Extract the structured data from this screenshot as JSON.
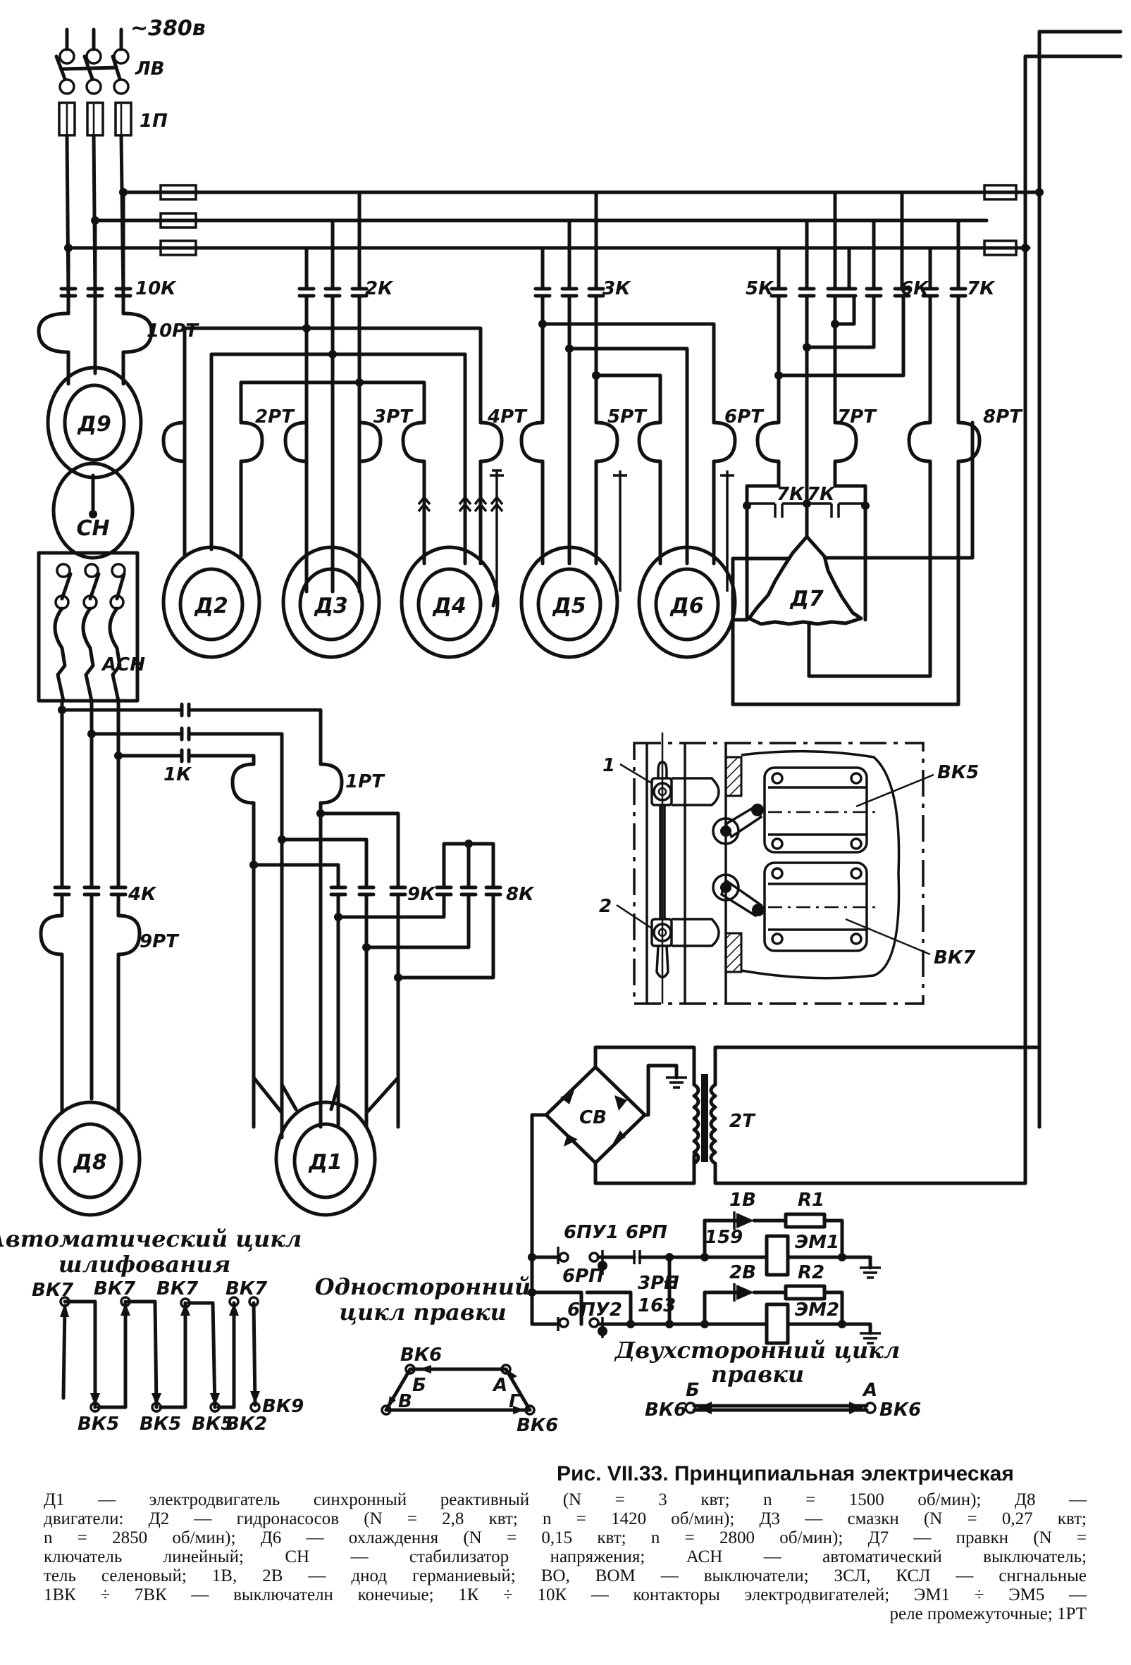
{
  "supply": {
    "voltage": "~380в",
    "line_switch": "ЛВ",
    "fuses": "1П"
  },
  "contactors": {
    "k10": "10К",
    "k2": "2К",
    "k3": "3К",
    "k5": "5К",
    "k6": "6К",
    "k7": "7К",
    "k7a": "7К",
    "k7b": "7К",
    "k1": "1К",
    "k4": "4К",
    "k9": "9К",
    "k8": "8К"
  },
  "thermal_relays": {
    "rt10": "10РТ",
    "rt2": "2РТ",
    "rt3": "3РТ",
    "rt4": "4РТ",
    "rt5": "5РТ",
    "rt6": "6РТ",
    "rt7": "7РТ",
    "rt8": "8РТ",
    "rt1": "1РТ",
    "rt9": "9РТ"
  },
  "motors": {
    "d9": "Д9",
    "d2": "Д2",
    "d3": "Д3",
    "d4": "Д4",
    "d5": "Д5",
    "d6": "Д6",
    "d7": "Д7",
    "d8": "Д8",
    "d1": "Д1"
  },
  "devices": {
    "stabilizer": "СН",
    "auto_switch": "АСН",
    "rectifier": "СВ",
    "transformer": "2Т"
  },
  "mechanism": {
    "callout_1": "1",
    "callout_2": "2",
    "vk5": "ВК5",
    "vk7": "ВК7"
  },
  "control": {
    "bpu1": "6ПУ1",
    "brp_top": "6РП",
    "brp_bottom": "6РП",
    "bpu2": "6ПУ2",
    "rp3": "3РП",
    "node_159": "159",
    "node_163": "163",
    "diode_1": "1В",
    "diode_2": "2В",
    "r1": "R1",
    "r2": "R2",
    "em1": "ЭМ1",
    "em2": "ЭМ2"
  },
  "cycles": {
    "auto_grinding": {
      "title_line1": "Автоматический цикл",
      "title_line2": "шлифования",
      "top_labels": [
        "ВК7",
        "ВК7",
        "ВК7",
        "ВК7"
      ],
      "bottom_labels": [
        "ВК5",
        "ВК5",
        "ВК5",
        "ВК2",
        "ВК9"
      ]
    },
    "one_sided": {
      "title_line1": "Односторонний",
      "title_line2": "цикл правки",
      "vk_top": "ВК6",
      "vk_bottom": "ВК6",
      "pt_b": "Б",
      "pt_a": "А",
      "pt_v": "В",
      "pt_g": "Г"
    },
    "two_sided": {
      "title_line1": "Двухсторонний цикл",
      "title_line2": "правки",
      "left_vk": "ВК6",
      "right_vk": "ВК6",
      "pt_b": "Б",
      "pt_a": "А"
    }
  },
  "caption": {
    "figure_title": "Рис. VII.33. Принципиальная электрическая",
    "lines": [
      "Д1 — электродвигатель синхронный реактивный (N = 3 квт; n = 1500 об/мин); Д8 —",
      "двигатели: Д2 — гидронасосов (N = 2,8 квт; n = 1420 об/мин); Д3 — смазкн (N = 0,27 квт;",
      "n = 2850 об/мин); Д6 — охлаждення (N = 0,15 квт; n = 2800 об/мин); Д7 — правкн (N =",
      "ключатель линейный; СН — стабилизатор напряжения; АСН — автоматический выключатель;",
      "тель селеновый; 1В, 2В — днод германиевый; ВО, ВОМ — выключатели; ЗСЛ, КСЛ — снгнальные",
      "1ВК ÷ 7ВК — выключателн конечиые; 1К ÷ 10К — контакторы электродвигателей; ЭМ1 ÷ ЭМ5 —",
      "реле промежуточные; 1РТ"
    ]
  }
}
